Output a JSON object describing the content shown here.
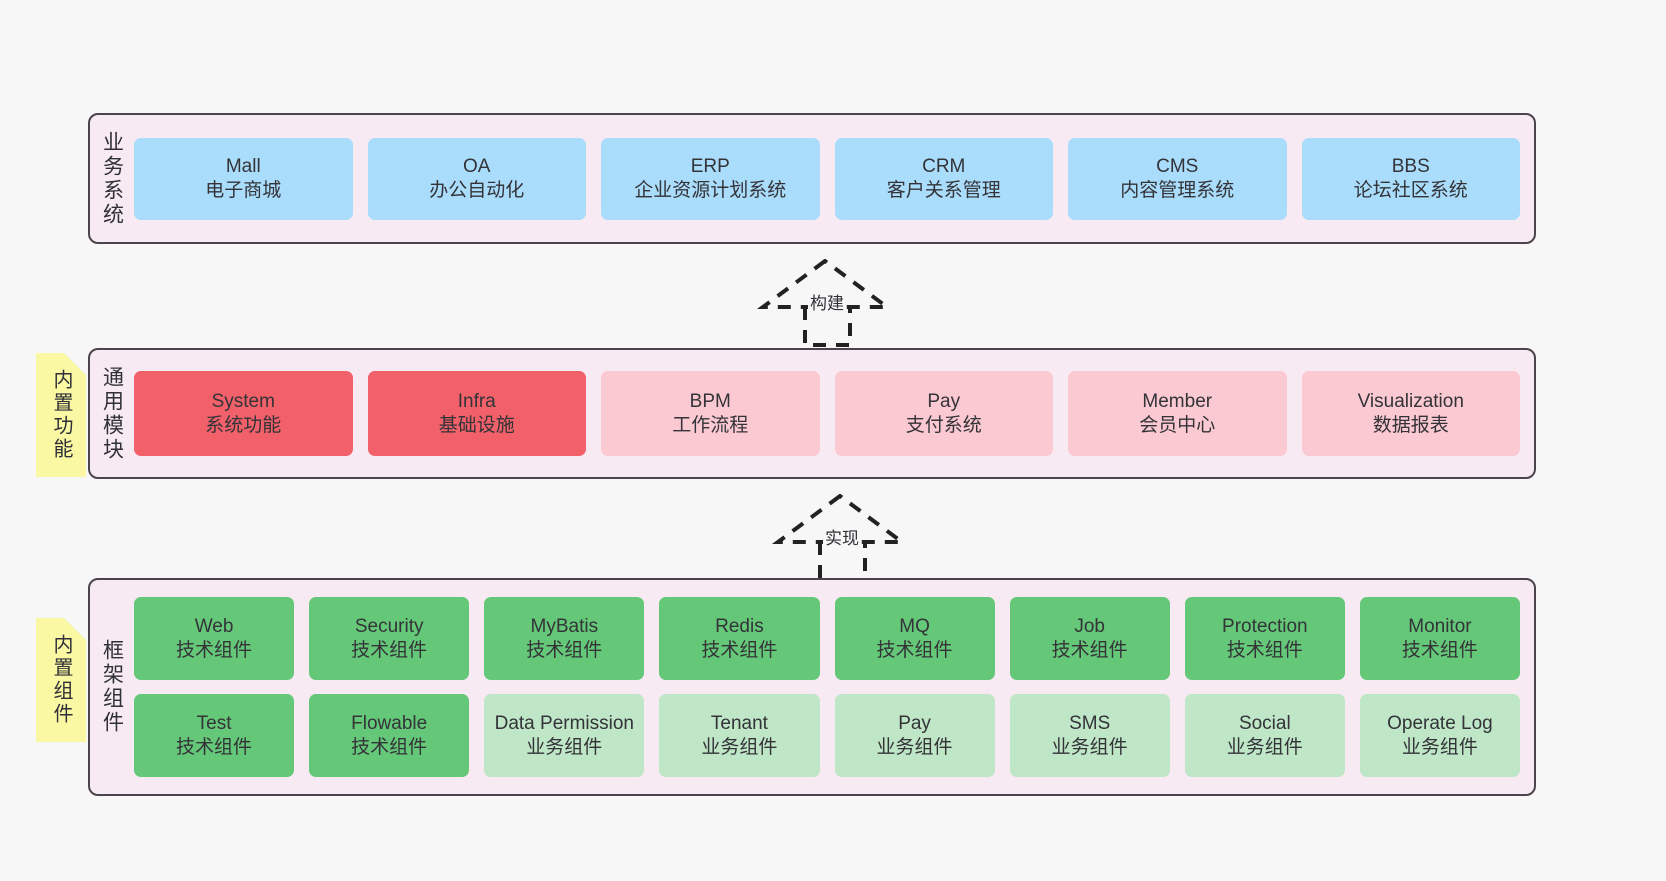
{
  "diagram": {
    "background_color": "#f7f7f7",
    "panel_color": "#f8eaf3",
    "panel_border_color": "#4b444c",
    "note_color": "#fbf8a4"
  },
  "layers": [
    {
      "id": "business-systems",
      "title": "业务系统",
      "note": null,
      "rows": [
        {
          "cards": [
            {
              "name": "Mall",
              "desc": "电子商城",
              "color": "#aadcfb",
              "style": "c-blue"
            },
            {
              "name": "OA",
              "desc": "办公自动化",
              "color": "#aadcfb",
              "style": "c-blue"
            },
            {
              "name": "ERP",
              "desc": "企业资源计划系统",
              "color": "#aadcfb",
              "style": "c-blue"
            },
            {
              "name": "CRM",
              "desc": "客户关系管理",
              "color": "#aadcfb",
              "style": "c-blue"
            },
            {
              "name": "CMS",
              "desc": "内容管理系统",
              "color": "#aadcfb",
              "style": "c-blue"
            },
            {
              "name": "BBS",
              "desc": "论坛社区系统",
              "color": "#aadcfb",
              "style": "c-blue"
            }
          ]
        }
      ]
    },
    {
      "id": "common-modules",
      "title": "通用模块",
      "note": "内置功能",
      "rows": [
        {
          "cards": [
            {
              "name": "System",
              "desc": "系统功能",
              "color": "#f2606a",
              "style": "c-red"
            },
            {
              "name": "Infra",
              "desc": "基础设施",
              "color": "#f2606a",
              "style": "c-red"
            },
            {
              "name": "BPM",
              "desc": "工作流程",
              "color": "#fbc9d1",
              "style": "c-pink"
            },
            {
              "name": "Pay",
              "desc": "支付系统",
              "color": "#fbc9d1",
              "style": "c-pink"
            },
            {
              "name": "Member",
              "desc": "会员中心",
              "color": "#fbc9d1",
              "style": "c-pink"
            },
            {
              "name": "Visualization",
              "desc": "数据报表",
              "color": "#fbc9d1",
              "style": "c-pink"
            }
          ]
        }
      ]
    },
    {
      "id": "framework-components",
      "title": "框架组件",
      "note": "内置组件",
      "rows": [
        {
          "cards": [
            {
              "name": "Web",
              "desc": "技术组件",
              "color": "#64c878",
              "style": "c-green"
            },
            {
              "name": "Security",
              "desc": "技术组件",
              "color": "#64c878",
              "style": "c-green"
            },
            {
              "name": "MyBatis",
              "desc": "技术组件",
              "color": "#64c878",
              "style": "c-green"
            },
            {
              "name": "Redis",
              "desc": "技术组件",
              "color": "#64c878",
              "style": "c-green"
            },
            {
              "name": "MQ",
              "desc": "技术组件",
              "color": "#64c878",
              "style": "c-green"
            },
            {
              "name": "Job",
              "desc": "技术组件",
              "color": "#64c878",
              "style": "c-green"
            },
            {
              "name": "Protection",
              "desc": "技术组件",
              "color": "#64c878",
              "style": "c-green"
            },
            {
              "name": "Monitor",
              "desc": "技术组件",
              "color": "#64c878",
              "style": "c-green"
            }
          ]
        },
        {
          "cards": [
            {
              "name": "Test",
              "desc": "技术组件",
              "color": "#64c878",
              "style": "c-green"
            },
            {
              "name": "Flowable",
              "desc": "技术组件",
              "color": "#64c878",
              "style": "c-green"
            },
            {
              "name": "Data Permission",
              "desc": "业务组件",
              "color": "#bfe6c6",
              "style": "c-lightgreen"
            },
            {
              "name": "Tenant",
              "desc": "业务组件",
              "color": "#bfe6c6",
              "style": "c-lightgreen"
            },
            {
              "name": "Pay",
              "desc": "业务组件",
              "color": "#bfe6c6",
              "style": "c-lightgreen"
            },
            {
              "name": "SMS",
              "desc": "业务组件",
              "color": "#bfe6c6",
              "style": "c-lightgreen"
            },
            {
              "name": "Social",
              "desc": "业务组件",
              "color": "#bfe6c6",
              "style": "c-lightgreen"
            },
            {
              "name": "Operate Log",
              "desc": "业务组件",
              "color": "#bfe6c6",
              "style": "c-lightgreen"
            }
          ]
        }
      ]
    }
  ],
  "connectors": [
    {
      "id": "connector-build",
      "label": "构建"
    },
    {
      "id": "connector-implement",
      "label": "实现"
    }
  ]
}
